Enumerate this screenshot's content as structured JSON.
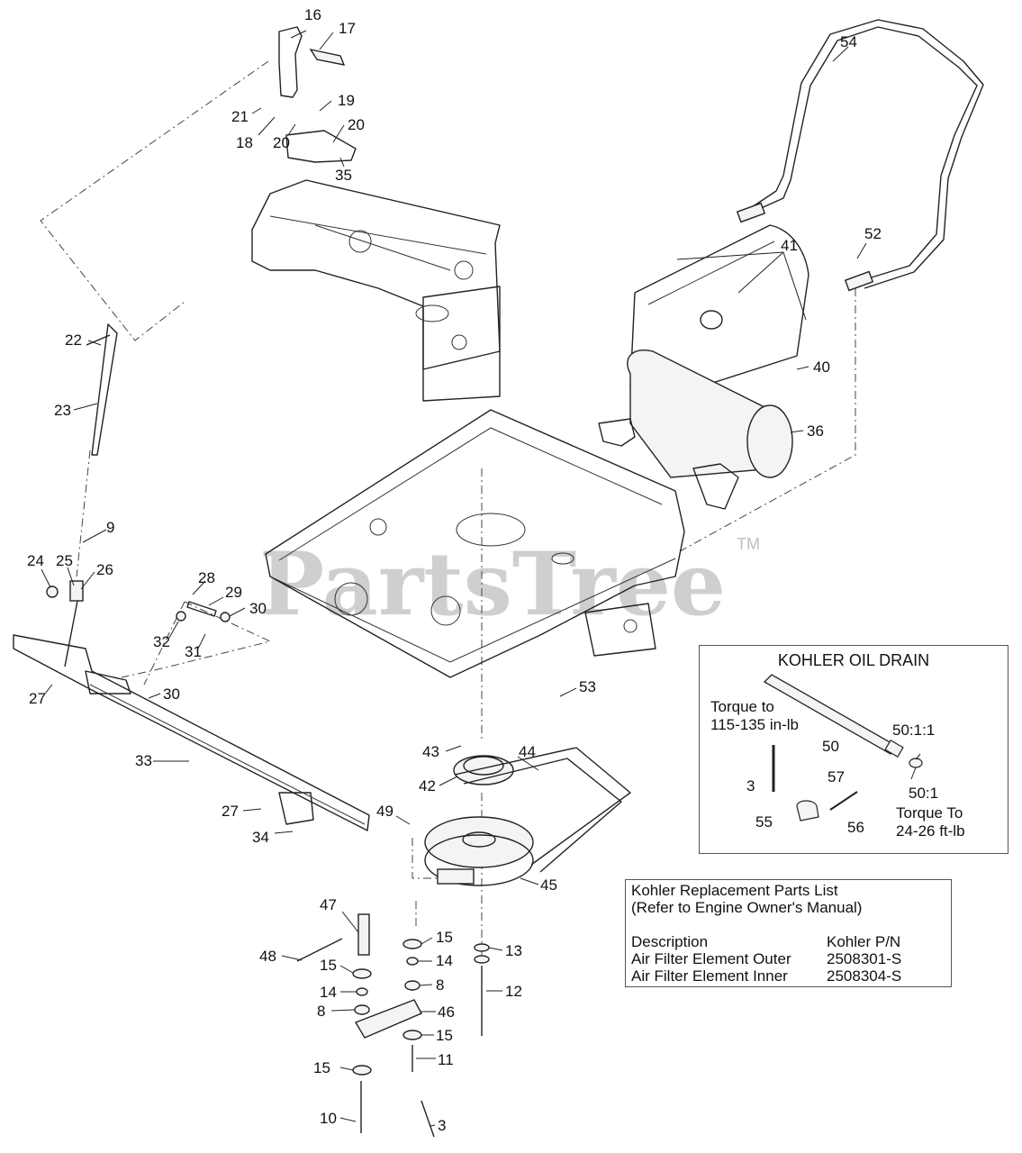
{
  "watermark": {
    "text": "PartsTree",
    "tm": "TM"
  },
  "callouts": {
    "c3a": "3",
    "c8a": "8",
    "c8b": "8",
    "c9": "9",
    "c10": "10",
    "c11": "11",
    "c12": "12",
    "c13": "13",
    "c14a": "14",
    "c14b": "14",
    "c15a": "15",
    "c15b": "15",
    "c15c": "15",
    "c15d": "15",
    "c16": "16",
    "c17": "17",
    "c18": "18",
    "c19": "19",
    "c20a": "20",
    "c20b": "20",
    "c21": "21",
    "c22": "22",
    "c23": "23",
    "c24": "24",
    "c25": "25",
    "c26": "26",
    "c27a": "27",
    "c27b": "27",
    "c28": "28",
    "c29": "29",
    "c30a": "30",
    "c30b": "30",
    "c31": "31",
    "c32": "32",
    "c33": "33",
    "c34": "34",
    "c35": "35",
    "c36": "36",
    "c40": "40",
    "c41": "41",
    "c42": "42",
    "c43": "43",
    "c44": "44",
    "c45": "45",
    "c46": "46",
    "c47": "47",
    "c48": "48",
    "c49": "49",
    "c52": "52",
    "c53": "53",
    "c54": "54"
  },
  "oil_drain": {
    "title": "KOHLER OIL DRAIN",
    "torque1_line1": "Torque to",
    "torque1_line2": "115-135 in-lb",
    "c50": "50",
    "c50_1_1": "50:1:1",
    "c50_1": "50:1",
    "torque2_line1": "Torque To",
    "torque2_line2": "24-26 ft-lb",
    "c3": "3",
    "c55": "55",
    "c56": "56",
    "c57": "57"
  },
  "parts_list": {
    "heading1": "Kohler Replacement Parts List",
    "heading2": "(Refer to Engine Owner's Manual)",
    "col_description": "Description",
    "col_pn": "Kohler P/N",
    "rows": [
      {
        "description": "Air Filter Element Outer",
        "pn": "2508301-S"
      },
      {
        "description": "Air Filter Element Inner",
        "pn": "2508304-S"
      }
    ]
  }
}
